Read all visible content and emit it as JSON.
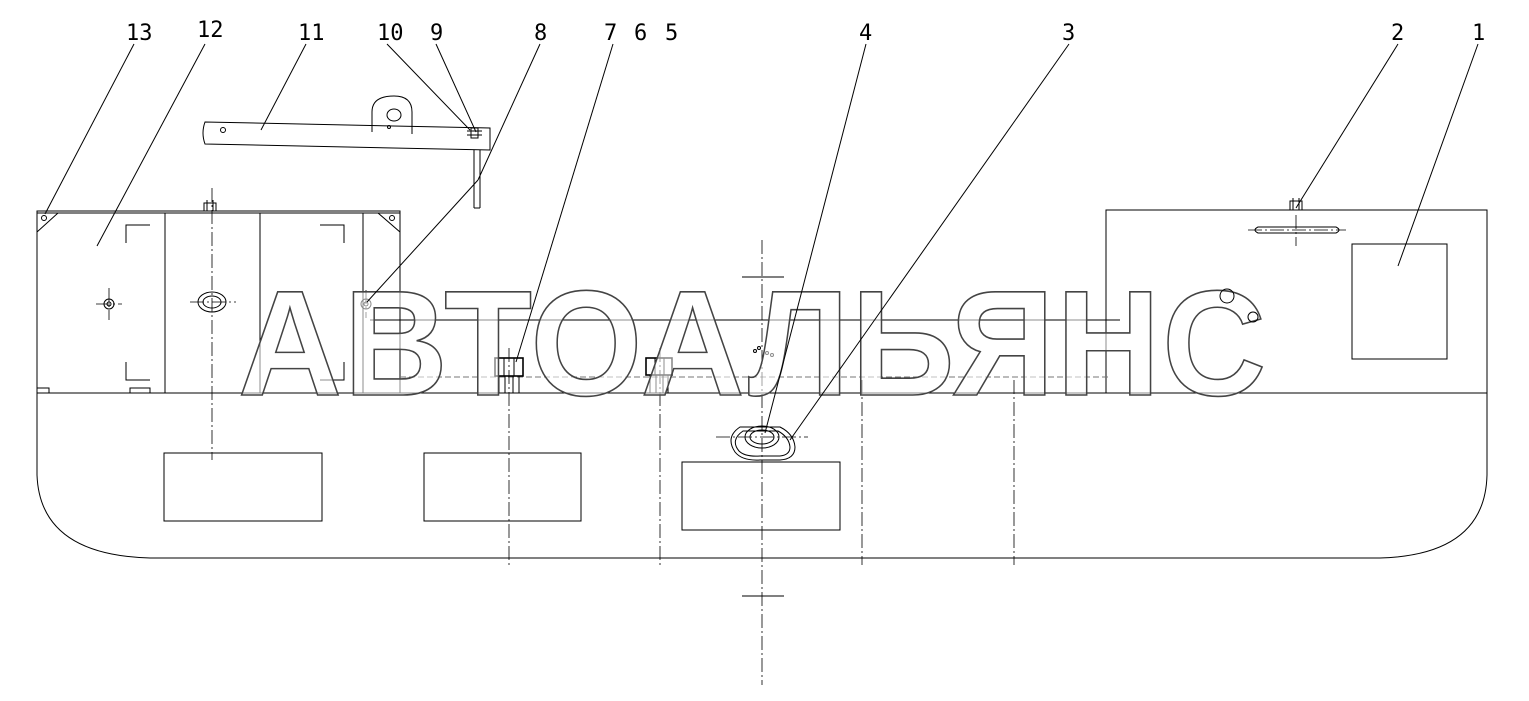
{
  "watermark": "АВТОАЛЬЯНС",
  "callouts": [
    {
      "label": "13"
    },
    {
      "label": "12"
    },
    {
      "label": "11"
    },
    {
      "label": "10"
    },
    {
      "label": "9"
    },
    {
      "label": "8"
    },
    {
      "label": "7"
    },
    {
      "label": "6"
    },
    {
      "label": "5"
    },
    {
      "label": "4"
    },
    {
      "label": "3"
    },
    {
      "label": "2"
    },
    {
      "label": "1"
    }
  ]
}
